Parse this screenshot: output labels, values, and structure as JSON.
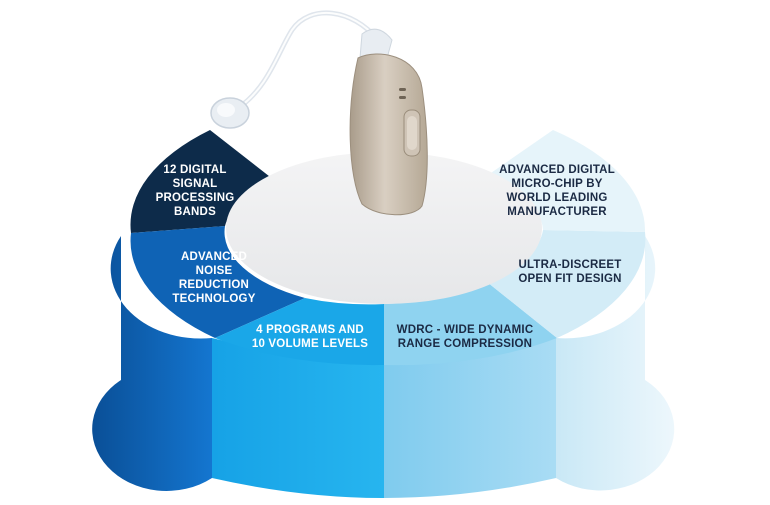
{
  "features": [
    {
      "lines": [
        "12 DIGITAL",
        "SIGNAL",
        "PROCESSING",
        "BANDS"
      ],
      "color": "#0d2b4a"
    },
    {
      "lines": [
        "ADVANCED",
        "NOISE",
        "REDUCTION",
        "TECHNOLOGY"
      ],
      "color": "#0f63b5"
    },
    {
      "lines": [
        "4 PROGRAMS AND",
        "10 VOLUME LEVELS"
      ],
      "color": "#1aa7e8"
    },
    {
      "lines": [
        "WDRC - WIDE DYNAMIC",
        "RANGE COMPRESSION"
      ],
      "color": "#8fd3f0"
    },
    {
      "lines": [
        "ULTRA-DISCREET",
        "OPEN FIT DESIGN"
      ],
      "color": "#d3ecf7"
    },
    {
      "lines": [
        "ADVANCED DIGITAL",
        "MICRO-CHIP BY",
        "WORLD LEADING",
        "MANUFACTURER"
      ],
      "color": "#e6f4fa"
    }
  ],
  "device": {
    "icon": "hearing-aid-icon",
    "body_color": "#c2b6a6",
    "tube_color": "#eef2f6"
  }
}
